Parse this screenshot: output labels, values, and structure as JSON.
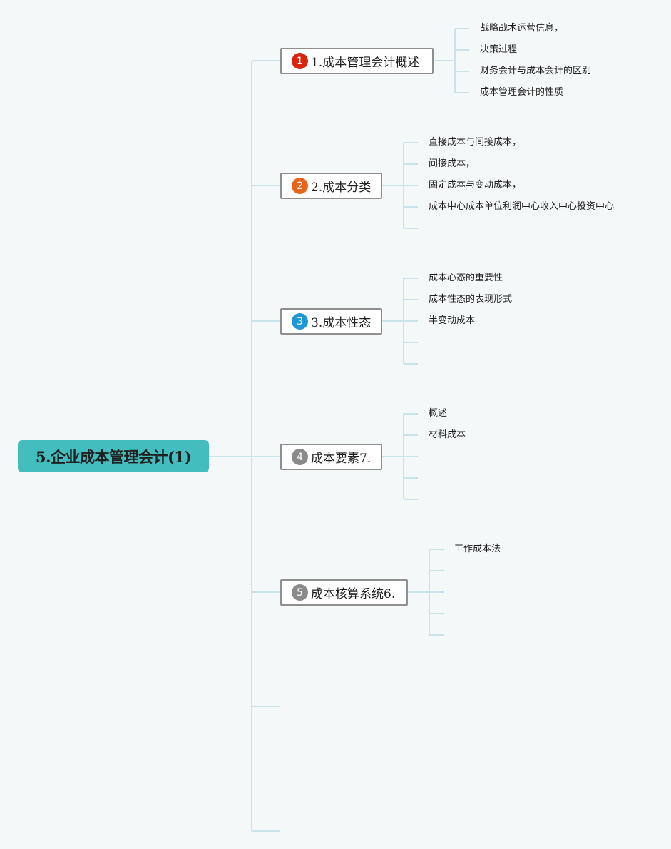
{
  "root": {
    "title": "5.企业成本管理会计(1)"
  },
  "branches": [
    {
      "badge": "1",
      "badge_color": "#d9250f",
      "label": "1.成本管理会计概述",
      "leaves": [
        "战略战术运营信息，",
        "决策过程",
        "财务会计与成本会计的区别",
        "成本管理会计的性质"
      ]
    },
    {
      "badge": "2",
      "badge_color": "#e8641c",
      "label": "2.成本分类",
      "leaves": [
        "直接成本与间接成本，",
        "间接成本，",
        "固定成本与变动成本，",
        "成本中心成本单位利润中心收入中心投资中心",
        ""
      ]
    },
    {
      "badge": "3",
      "badge_color": "#1d97d8",
      "label": "3.成本性态",
      "leaves": [
        "成本心态的重要性",
        "成本性态的表现形式",
        "半变动成本",
        "",
        ""
      ]
    },
    {
      "badge": "4",
      "badge_color": "#8a8a8a",
      "label": "成本要素7.",
      "leaves": [
        "概述",
        "材料成本",
        "",
        "",
        ""
      ]
    },
    {
      "badge": "5",
      "badge_color": "#8a8a8a",
      "label": "成本核算系统6.",
      "leaves": [
        "工作成本法",
        "",
        "",
        "",
        ""
      ]
    }
  ],
  "colors": {
    "connector": "#c9e3ea",
    "root_fill": "#43bdbd",
    "node_border": "#8f8f8f"
  }
}
